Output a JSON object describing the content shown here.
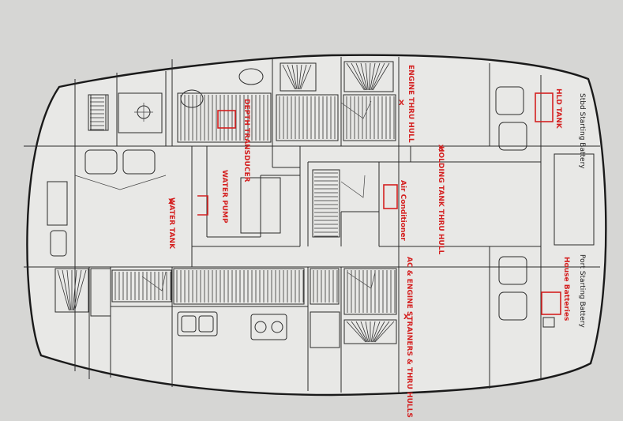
{
  "annotations": {
    "engine_thru_hull": "ENGINE THRU HULL",
    "depth_transducer": "DEPTH TRANSDUCER",
    "water_pump": "WATER PUMP",
    "water_tank": "WATER TANK",
    "holding_tank_thru_hull": "HOLDING TANK THRU HULL",
    "air_conditioner": "Air Conditioner",
    "ac_engine_strainers": "AC & ENGINE STRAINERS & THRU HULLS",
    "hld_tank": "HLD TANK",
    "stbd_starting_battery": "Stbd Starting Battery",
    "port_starting_battery": "Port Starting Battery",
    "house_batteries": "House Batteries",
    "x_mark": "X"
  },
  "colors": {
    "paper": "#e8e8e6",
    "ink": "#1a1a1a",
    "annotation": "#d42020"
  }
}
